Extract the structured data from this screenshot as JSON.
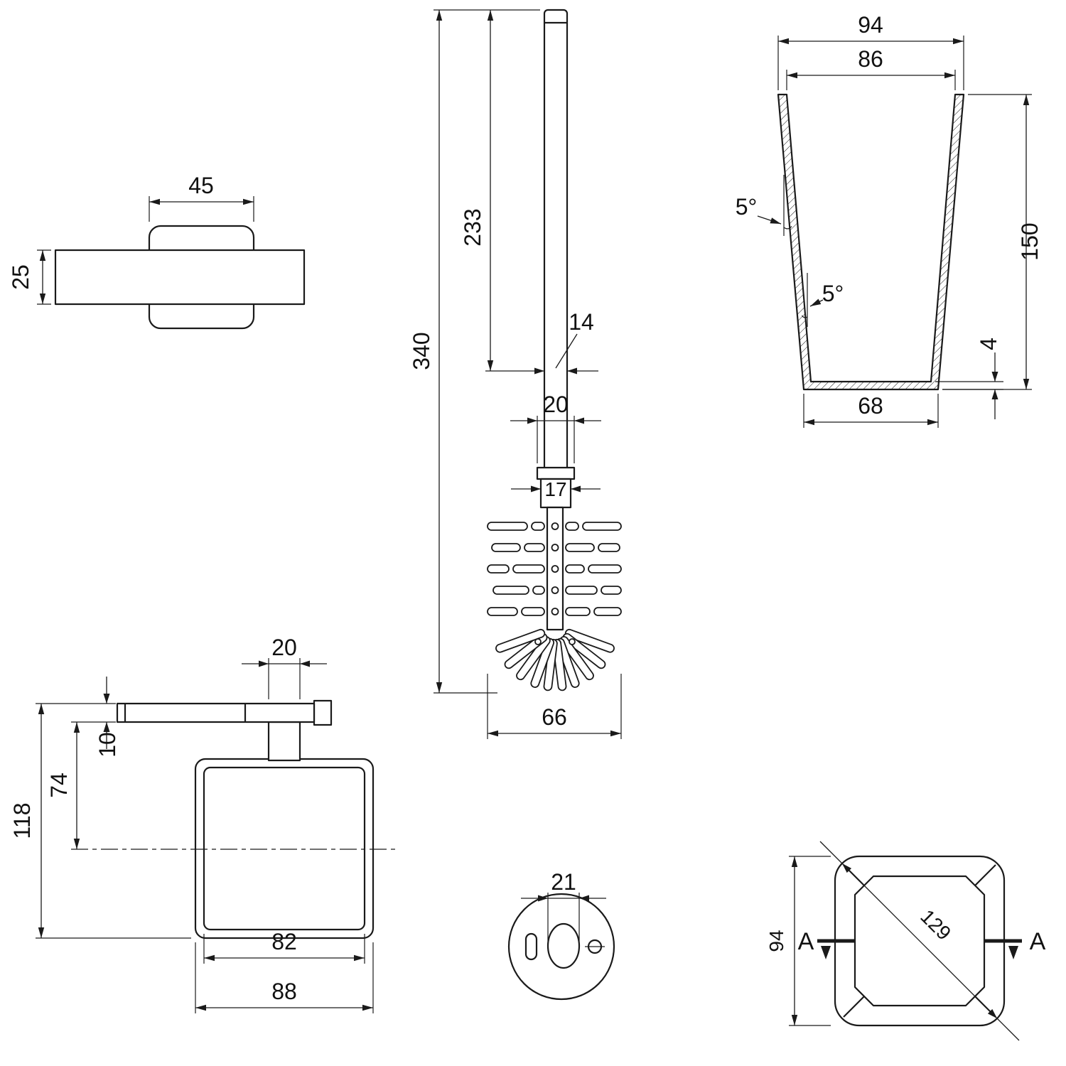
{
  "page": {
    "background": "#ffffff",
    "line_color": "#1a1a1a",
    "text_color": "#111111"
  },
  "views": {
    "bracket_top": {
      "dims": {
        "width_45": "45",
        "depth_25": "25"
      }
    },
    "brush": {
      "dims": {
        "total_length_340": "340",
        "handle_233": "233",
        "rod_dia_14": "14",
        "collar_20": "20",
        "neck_17": "17",
        "head_dia_66": "66"
      }
    },
    "cup_section": {
      "dims": {
        "outer_top_94": "94",
        "inner_top_86": "86",
        "height_150": "150",
        "taper_top": "5°",
        "taper_bottom": "5°",
        "base_thickness_4": "4",
        "base_width_68": "68"
      }
    },
    "holder_side": {
      "dims": {
        "mount_width_20": "20",
        "arm_thickness_10": "10",
        "arm_to_center_74": "74",
        "overall_height_118": "118",
        "inner_width_82": "82",
        "outer_width_88": "88"
      }
    },
    "mount_plate": {
      "dims": {
        "slot_width_21": "21"
      }
    },
    "cup_top": {
      "dims": {
        "side_94": "94",
        "diagonal_129": "129"
      },
      "section_marks": {
        "left": "A",
        "right": "A"
      }
    }
  }
}
